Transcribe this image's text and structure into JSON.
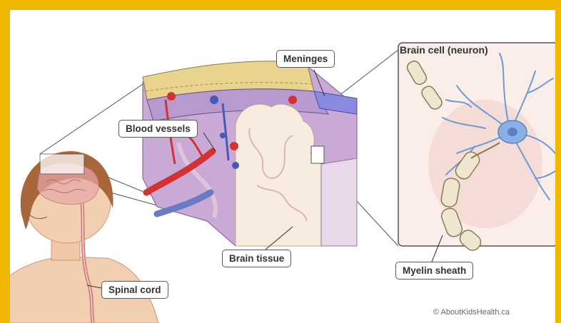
{
  "labels": {
    "meninges": "Meninges",
    "brain_cell": "Brain cell (neuron)",
    "blood_vessels": "Blood vessels",
    "brain_tissue": "Brain tissue",
    "myelin_sheath": "Myelin sheath",
    "spinal_cord": "Spinal cord"
  },
  "credit": "© AboutKidsHealth.ca",
  "colors": {
    "frame": "#f2b800",
    "skin": "#f2cfb0",
    "hair": "#a8663a",
    "tissue": "#f8ecdf",
    "cortex_purple": "#c9a9d6",
    "artery": "#d43232",
    "vein": "#6a7bc4",
    "neuron": "#6d9ad6",
    "myelin": "#efe6cf"
  }
}
